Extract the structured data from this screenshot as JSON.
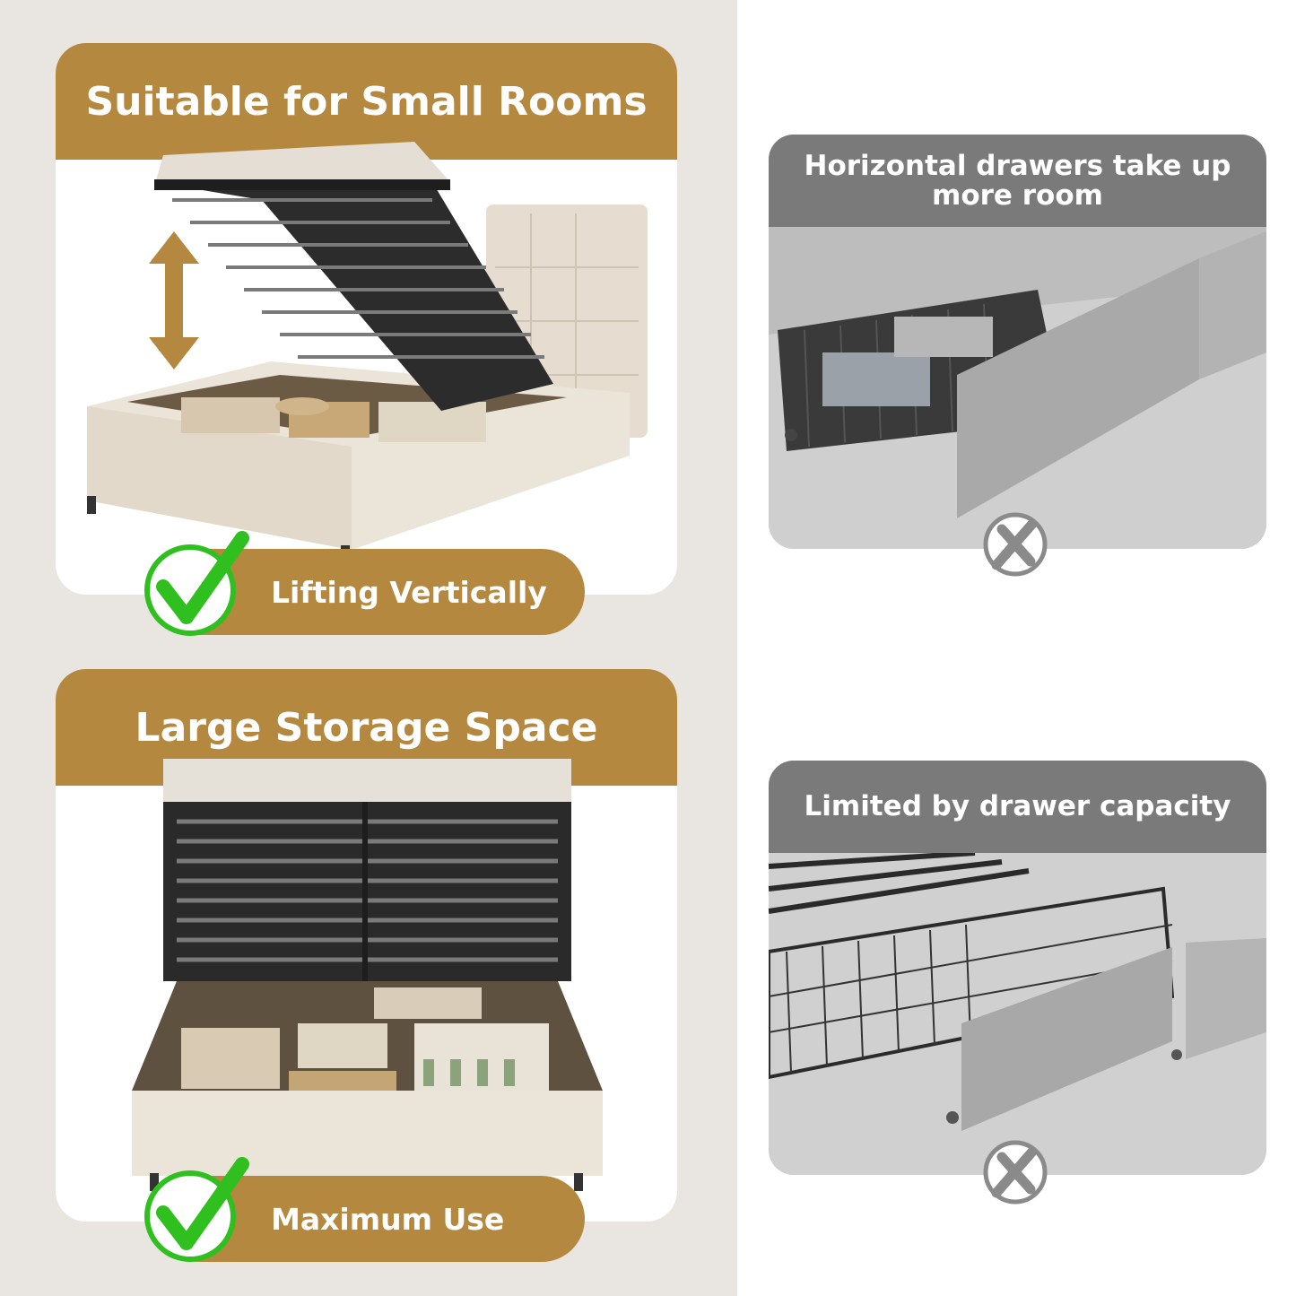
{
  "left": {
    "top_card": {
      "title": "Suitable for Small Rooms",
      "badge_label": "Lifting Vertically",
      "badge_icon": "check-icon"
    },
    "bottom_card": {
      "title": "Large Storage Space",
      "badge_label": "Maximum Use",
      "badge_icon": "check-icon"
    }
  },
  "right": {
    "top_card": {
      "title": "Horizontal drawers take up more room",
      "badge_icon": "cross-icon"
    },
    "bottom_card": {
      "title": "Limited by drawer capacity",
      "badge_icon": "cross-icon"
    }
  },
  "colors": {
    "accent": "#b4883e",
    "left_background": "#e9e6e1",
    "gray_header": "#7a7a7a",
    "check_green": "#2fbf1e"
  }
}
